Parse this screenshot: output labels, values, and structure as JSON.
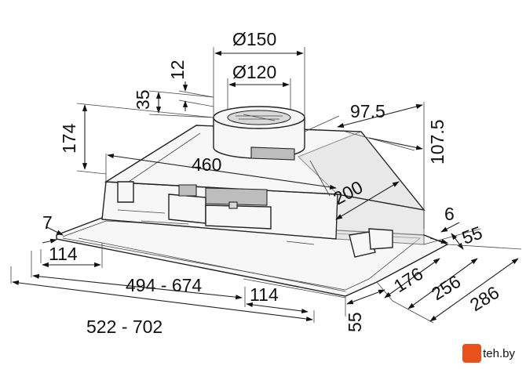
{
  "dimensions": {
    "outlet_outer_diameter": "Ø150",
    "outlet_inner_diameter": "Ø120",
    "collar_height": "12",
    "collar_offset": "35",
    "body_height": "174",
    "outlet_to_back": "97.5",
    "outlet_to_side": "107.5",
    "chamber_length": "460",
    "chamber_depth": "200",
    "flange_left": "7",
    "flange_right": "6",
    "side_right_55": "55",
    "left_inset": "114",
    "adjustable_width": "494 - 674",
    "right_inset": "114",
    "bottom_55": "55",
    "depth_176": "176",
    "depth_256": "256",
    "depth_286": "286",
    "overall_width": "522 - 702"
  },
  "watermark": "teh.by"
}
